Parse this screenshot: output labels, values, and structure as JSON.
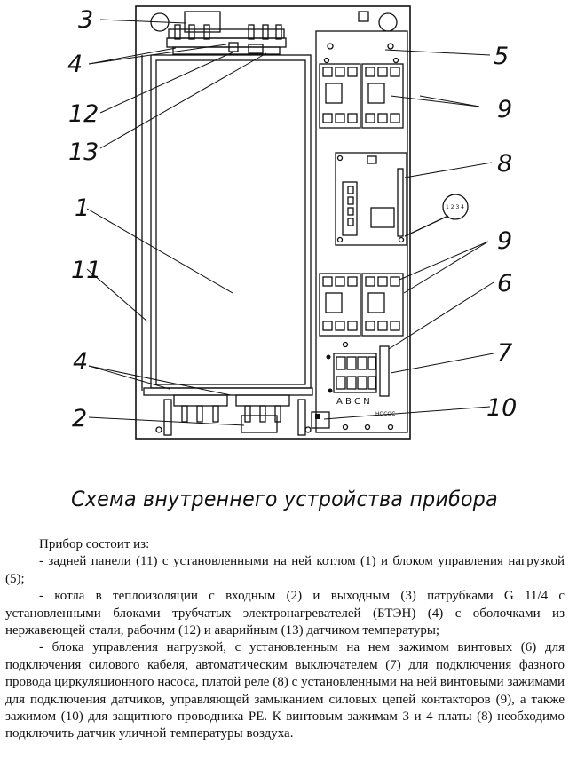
{
  "diagram": {
    "callouts": {
      "c3": "3",
      "c4a": "4",
      "c12": "12",
      "c13": "13",
      "c1": "1",
      "c11": "11",
      "c4b": "4",
      "c2": "2",
      "c5": "5",
      "c9a": "9",
      "c8": "8",
      "c9b": "9",
      "c6": "6",
      "c7": "7",
      "c10": "10"
    },
    "terminal_letters": "A B C N",
    "terminal_label": "НОСОС",
    "relay_pins": "1 2 3 4"
  },
  "caption": "Схема внутреннего устройства прибора",
  "text": {
    "intro": "Прибор состоит из:",
    "item1": "-  задней панели (11) с установленными на ней котлом (1) и блоком управления нагрузкой (5);",
    "item2": "-  котла в теплоизоляции с входным (2) и выходным (3) патрубками G 11/4 с установленными блоками трубчатых электронагревателей (БТЭН) (4) с оболочками из нержавеющей стали, рабочим (12) и аварийным (13) датчиком температуры;",
    "item3": "-  блока управления нагрузкой, с установленным на нем зажимом винтовых (6) для подключения силового кабеля, автоматическим выключателем (7) для подключения фазного провода циркуляционного насоса, платой реле (8) с установленными на ней винтовыми зажимами для подключения датчиков, управляющей замыканием силовых цепей контакторов (9), а также зажимом (10) для защитного проводника РЕ. К винтовым зажимам 3 и 4 платы (8) необходимо подключить датчик уличной температуры воздуха."
  }
}
